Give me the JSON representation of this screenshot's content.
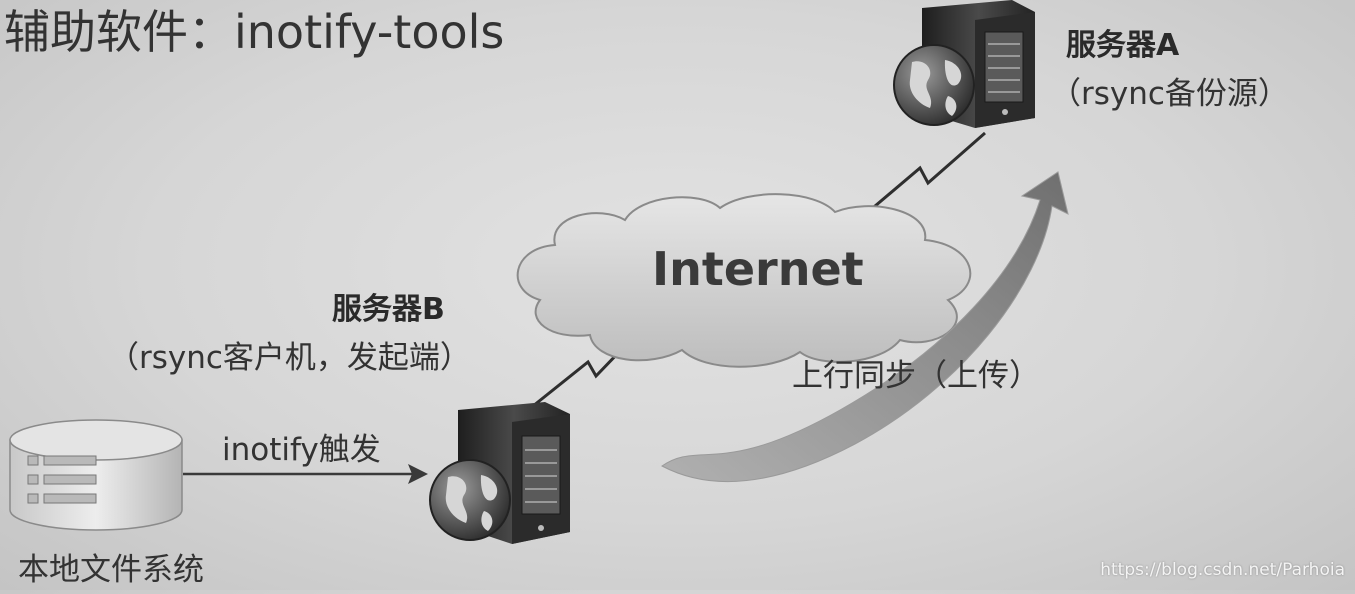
{
  "title": "辅助软件：inotify-tools",
  "server_a": {
    "name": "服务器A",
    "desc": "（rsync备份源）"
  },
  "server_b": {
    "name": "服务器B",
    "desc": "（rsync客户机，发起端）"
  },
  "cloud": {
    "label": "Internet"
  },
  "sync_label": "上行同步（上传）",
  "trigger_label": "inotify触发",
  "filesystem_label": "本地文件系统",
  "watermark": "https://blog.csdn.net/Parhoia",
  "colors": {
    "background": "#d8d8d8",
    "cloud": "#d0d0d0",
    "server": "#3c3c3c",
    "arrow": "#8a8a8a",
    "globe": "#4a4a4a"
  },
  "icons": [
    "server-icon",
    "globe-icon",
    "database-icon",
    "cloud-icon",
    "lightning-link-icon"
  ]
}
